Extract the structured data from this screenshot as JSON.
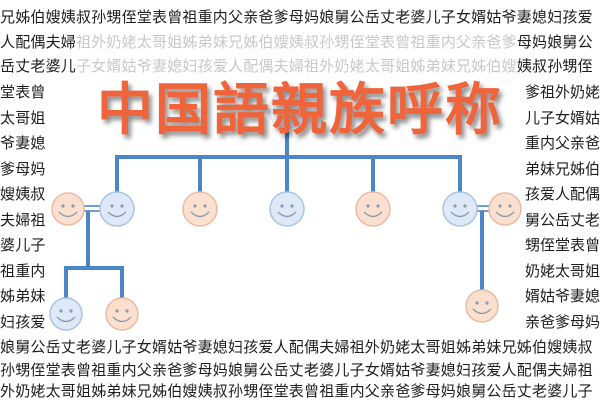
{
  "title": "中国語親族呼称",
  "rows_full_top": [
    "兄姊伯嫂姨叔孙甥侄堂表曾祖重内父亲爸爹母妈娘舅公岳丈老婆儿子女婿姑爷妻媳妇孩爱"
  ],
  "row2": {
    "left": "人配偶夫婦",
    "faded": "祖外奶姥太哥姐姊弟妹兄姊伯嫂姨叔孙甥侄堂表曾祖重内父亲爸爹",
    "right": "母妈娘舅公"
  },
  "row3": {
    "left": "岳丈老婆儿",
    "faded": "子女婿姑爷妻媳妇孩爱人配偶夫婦祖外奶姥太哥姐姊弟妹兄姊伯嫂",
    "right": "姨叔孙甥侄"
  },
  "side_rows": [
    {
      "left": "堂表曾",
      "right": "爹祖外奶姥"
    },
    {
      "left": "太哥姐",
      "right": "儿子女婿姑"
    },
    {
      "left": "爷妻媳",
      "right": "重内父亲爸"
    },
    {
      "left": "爹母妈",
      "right": "弟妹兄姊伯"
    },
    {
      "left": "嫂姨叔",
      "right": "孩爱人配偶"
    },
    {
      "left": "夫婦祖",
      "right": "舅公岳丈老"
    },
    {
      "left": "婆儿子",
      "right": "甥侄堂表曾"
    },
    {
      "left": "祖重内",
      "right": "奶姥太哥姐"
    },
    {
      "left": "姊弟妹",
      "right": "婿姑爷妻媳"
    },
    {
      "left": "妇孩爱",
      "right": "亲爸爹母妈"
    }
  ],
  "rows_full_bottom": [
    "娘舅公岳丈老婆儿子女婿姑爷妻媳妇孩爱人配偶夫婦祖外奶姥太哥姐姊弟妹兄姊伯嫂姨叔",
    "孙甥侄堂表曾祖重内父亲爸爹母妈娘舅公岳丈老婆儿子女婿姑爷妻媳妇孩爱人配偶夫婦祖",
    "外奶姥太哥姐姊弟妹兄姊伯嫂姨叔孙甥侄堂表曾祖重内父亲爸爹母妈娘舅公岳丈老婆儿子"
  ],
  "colors": {
    "line": "#4a86c8",
    "blue_face": "#dde9f7",
    "peach_face": "#fbe0d0",
    "title": "#f0643c"
  }
}
